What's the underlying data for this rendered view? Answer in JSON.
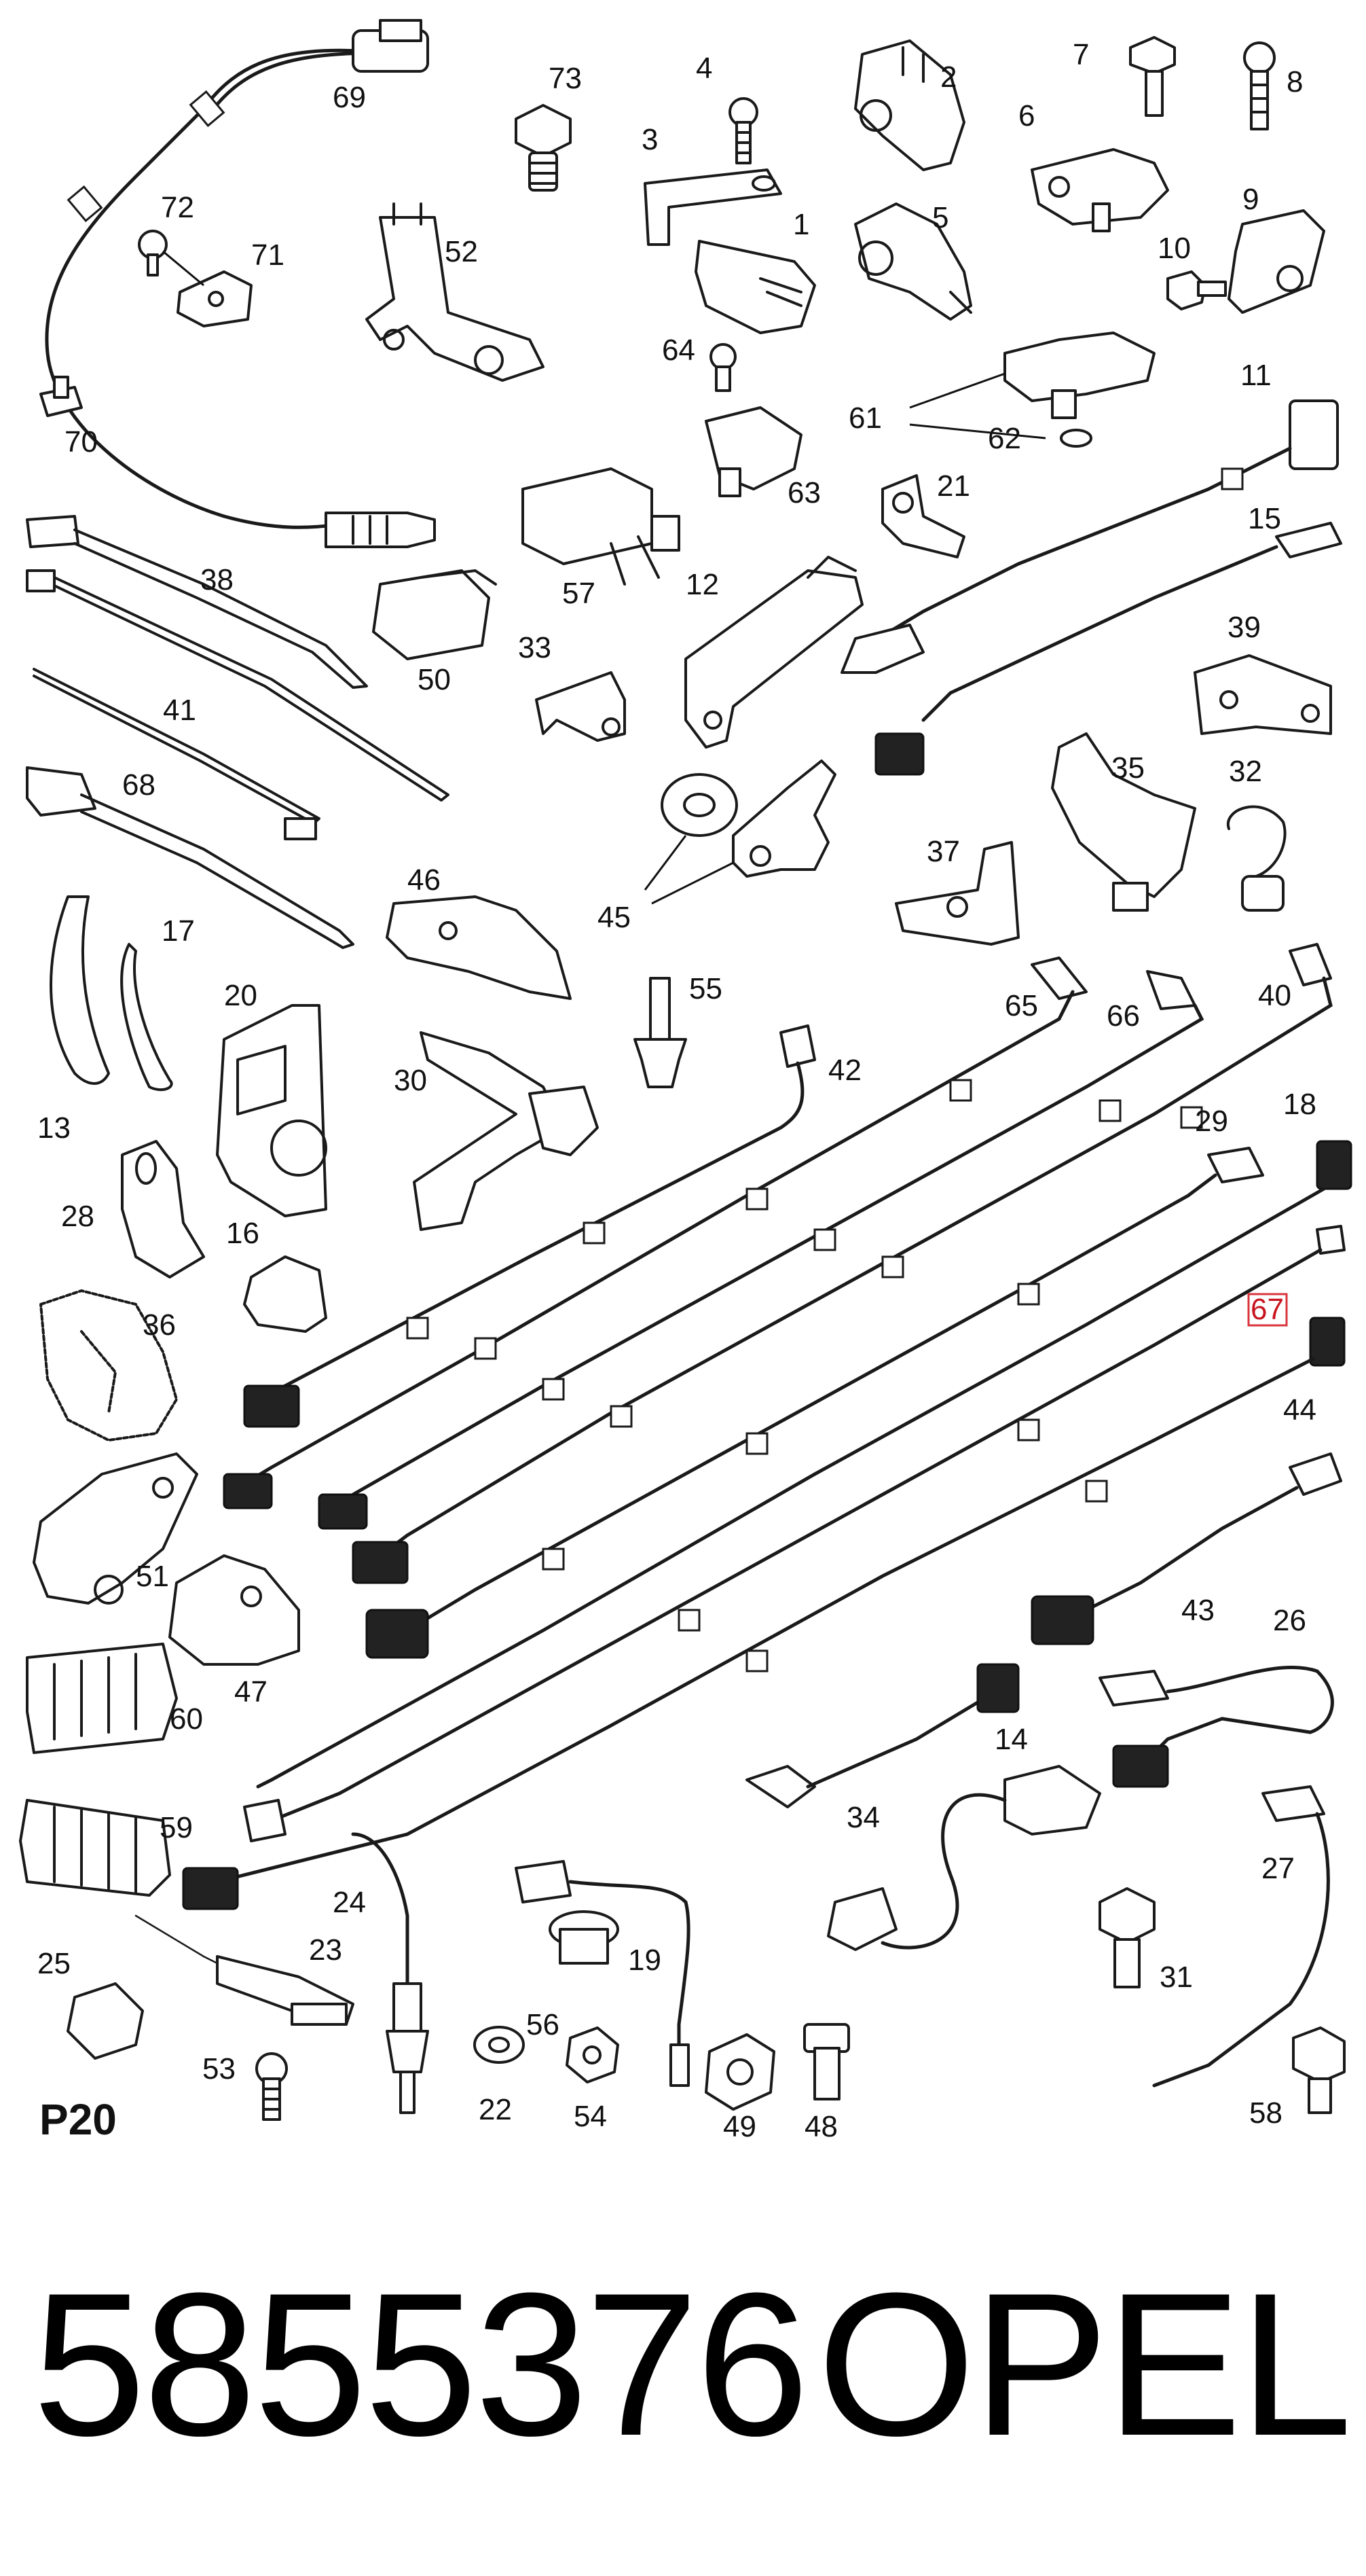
{
  "diagram": {
    "section_code": "P20",
    "callouts": [
      "1",
      "2",
      "3",
      "4",
      "5",
      "6",
      "7",
      "8",
      "9",
      "10",
      "11",
      "12",
      "13",
      "14",
      "15",
      "16",
      "17",
      "18",
      "19",
      "20",
      "21",
      "22",
      "23",
      "24",
      "25",
      "26",
      "27",
      "28",
      "29",
      "30",
      "31",
      "32",
      "33",
      "34",
      "35",
      "36",
      "37",
      "38",
      "39",
      "40",
      "41",
      "42",
      "43",
      "44",
      "45",
      "46",
      "47",
      "48",
      "49",
      "50",
      "51",
      "52",
      "53",
      "54",
      "55",
      "56",
      "57",
      "58",
      "59",
      "60",
      "61",
      "62",
      "63",
      "64",
      "65",
      "66",
      "67",
      "68",
      "69",
      "70",
      "71",
      "72",
      "73"
    ],
    "highlighted_callout": "67"
  },
  "footer": {
    "part_number": "5855376",
    "brand": "OPEL"
  },
  "colors": {
    "background": "#ffffff",
    "line": "#1a1a1a",
    "highlight": "#d9343c"
  }
}
